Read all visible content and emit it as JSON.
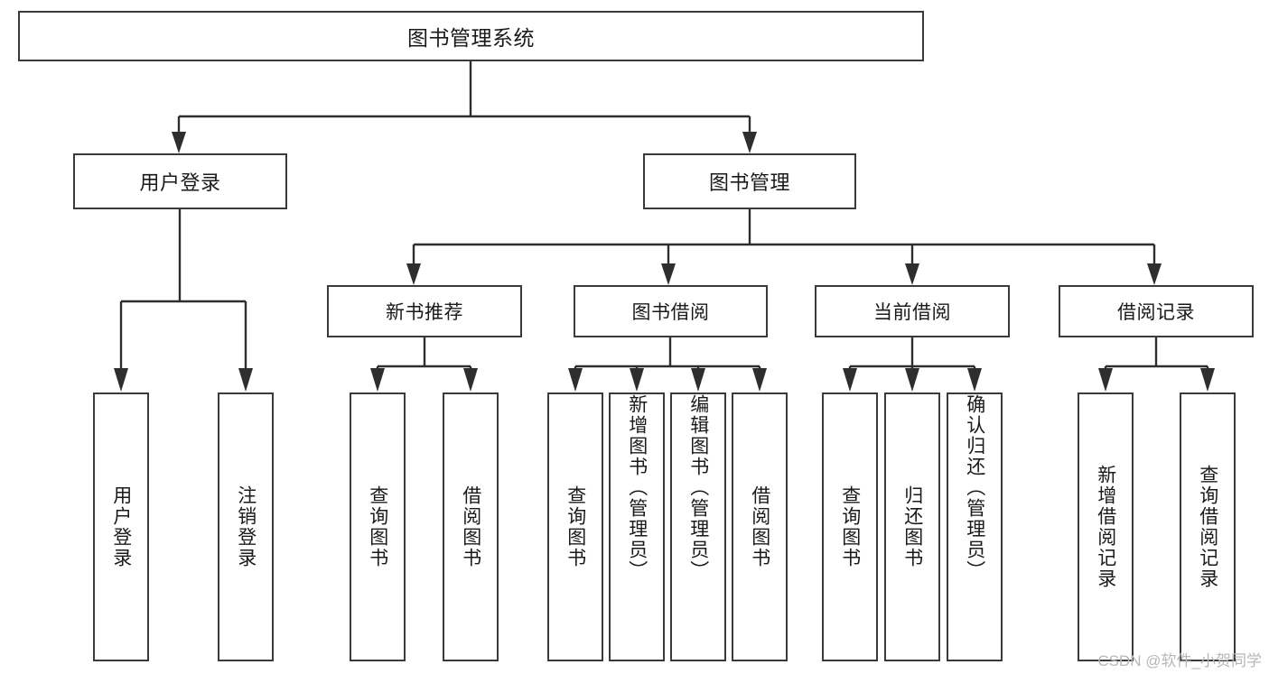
{
  "diagram": {
    "type": "tree-hierarchy",
    "title": "图书管理系统",
    "orientation": "top-down",
    "colors": {
      "box_border": "#3a3a3a",
      "connector": "#2e2e2e",
      "background": "#ffffff",
      "text": "#1a1a1a",
      "watermark": "#b7b7b7"
    }
  },
  "root": {
    "label": "图书管理系统"
  },
  "level1": [
    {
      "id": "user-login",
      "label": "用户登录"
    },
    {
      "id": "book-manage",
      "label": "图书管理"
    }
  ],
  "level2": [
    {
      "id": "new-book-recommend",
      "label": "新书推荐",
      "parent": "book-manage"
    },
    {
      "id": "book-borrow",
      "label": "图书借阅",
      "parent": "book-manage"
    },
    {
      "id": "current-borrow",
      "label": "当前借阅",
      "parent": "book-manage"
    },
    {
      "id": "borrow-record",
      "label": "借阅记录",
      "parent": "book-manage"
    }
  ],
  "leaves": {
    "user_login": [
      {
        "id": "leaf-user-login",
        "label": "用户登录"
      },
      {
        "id": "leaf-logout",
        "label": "注销登录"
      }
    ],
    "new_book_recommend": [
      {
        "id": "leaf-query-book-1",
        "label": "查询图书"
      },
      {
        "id": "leaf-borrow-book-1",
        "label": "借阅图书"
      }
    ],
    "book_borrow": [
      {
        "id": "leaf-query-book-2",
        "label": "查询图书"
      },
      {
        "id": "leaf-add-book",
        "label": "新增图书（管理员）"
      },
      {
        "id": "leaf-edit-book",
        "label": "编辑图书（管理员）"
      },
      {
        "id": "leaf-borrow-book-2",
        "label": "借阅图书"
      }
    ],
    "current_borrow": [
      {
        "id": "leaf-query-book-3",
        "label": "查询图书"
      },
      {
        "id": "leaf-return-book",
        "label": "归还图书"
      },
      {
        "id": "leaf-confirm-return",
        "label": "确认归还（管理员）"
      }
    ],
    "borrow_record": [
      {
        "id": "leaf-add-record",
        "label": "新增借阅记录"
      },
      {
        "id": "leaf-query-record",
        "label": "查询借阅记录"
      }
    ]
  },
  "watermark": {
    "text": "CSDN @软件_小贺同学"
  }
}
